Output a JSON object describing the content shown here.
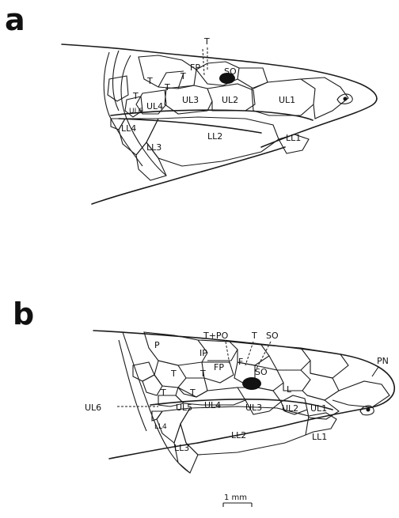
{
  "panels": {
    "a": {
      "panel_label": "a",
      "labels": {
        "T_top": "T",
        "FP": "FP",
        "SO": "SO",
        "T1": "T",
        "T2": "T",
        "T3": "T",
        "T4": "T",
        "UL6": "UL6",
        "UL4": "UL4",
        "UL3": "UL3",
        "UL2": "UL2",
        "UL1": "UL1",
        "LL4": "LL4",
        "LL3": "LL3",
        "LL2": "LL2",
        "LL1": "LL1"
      }
    },
    "b": {
      "panel_label": "b",
      "labels": {
        "TPO": "T+PO",
        "T_top": "T",
        "SO_top": "SO",
        "P": "P",
        "IP": "IP",
        "FP": "FP",
        "F": "F",
        "SO": "SO",
        "L": "L",
        "T1": "T",
        "T2": "T",
        "T3": "T",
        "T4": "T",
        "UL6": "UL6",
        "UL5": "UL5",
        "UL4": "UL4",
        "UL3": "UL3",
        "UL2": "UL2",
        "UL1": "UL1",
        "PN": "PN",
        "LL4": "LL4",
        "LL3": "LL3",
        "LL2": "LL2",
        "LL1": "LL1"
      }
    }
  },
  "scale_bar": {
    "label": "1 mm"
  }
}
